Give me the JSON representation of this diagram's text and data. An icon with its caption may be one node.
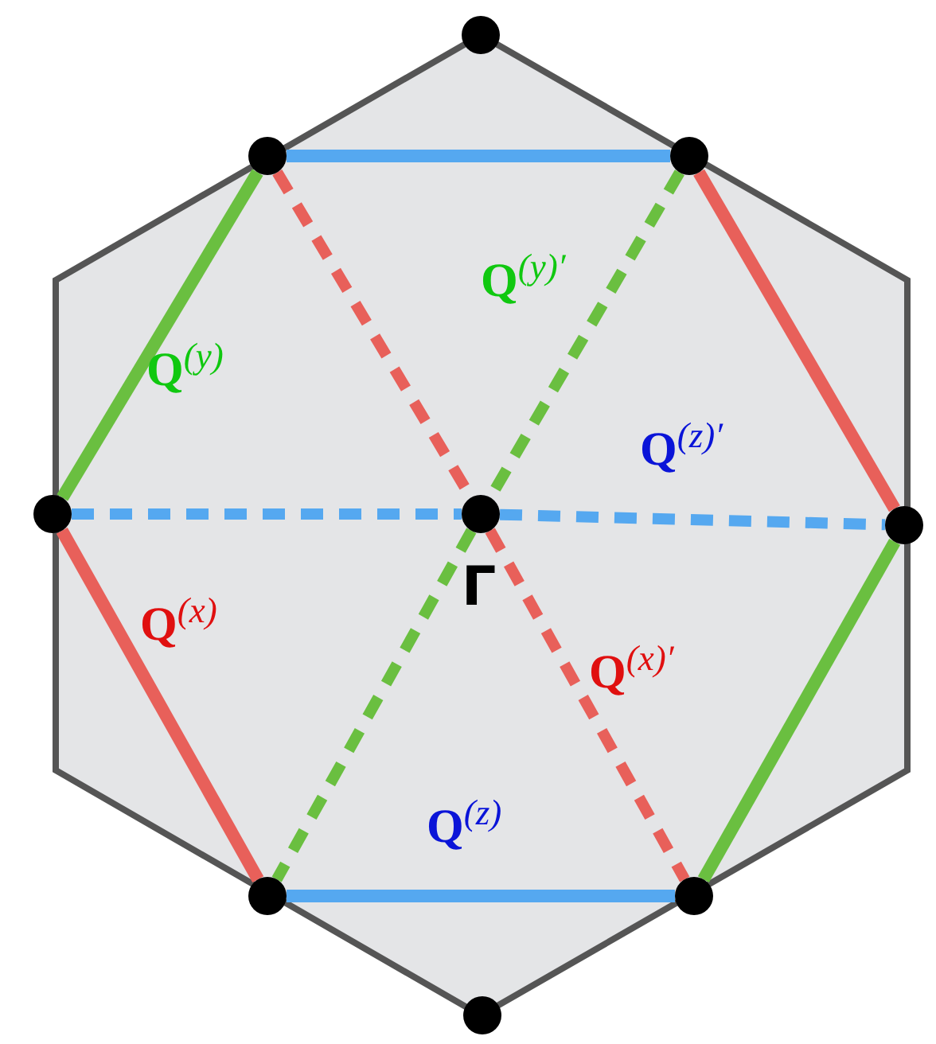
{
  "diagram": {
    "nodes": [
      {
        "text": [],
        "shape": "circle"
      },
      {
        "text": [],
        "shape": "circle"
      },
      {
        "text": [],
        "shape": "circle"
      },
      {
        "text": [],
        "shape": "circle"
      },
      {
        "text": [],
        "shape": "circle",
        "beside": [
          "Γ"
        ]
      },
      {
        "text": [],
        "shape": "circle"
      },
      {
        "text": [],
        "shape": "circle"
      },
      {
        "text": [],
        "shape": "circle"
      },
      {
        "text": [],
        "shape": "circle"
      }
    ],
    "edges": [
      {
        "from": 1,
        "to": 2,
        "arrow": "none",
        "color": "#55a8f0"
      },
      {
        "from": 1,
        "to": 3,
        "arrow": "none",
        "color": "#6abf40",
        "label": "**Q**$^{(y)}$"
      },
      {
        "from": 2,
        "to": 4,
        "arrow": "none",
        "style": "dashed",
        "color": "#6abf40",
        "label": "**Q**$^{(y)′}$"
      },
      {
        "from": 2,
        "to": 5,
        "arrow": "none",
        "color": "#e8605a"
      },
      {
        "from": 1,
        "to": 4,
        "arrow": "none",
        "style": "dashed",
        "color": "#e8605a"
      },
      {
        "from": 3,
        "to": 4,
        "arrow": "none",
        "style": "dashed",
        "color": "#55a8f0"
      },
      {
        "from": 4,
        "to": 5,
        "arrow": "none",
        "style": "dashed",
        "color": "#55a8f0",
        "label": "**Q**$^{(z)′}$"
      },
      {
        "from": 3,
        "to": 6,
        "arrow": "none",
        "color": "#e8605a",
        "label": "**Q**$^{(x)}$"
      },
      {
        "from": 4,
        "to": 6,
        "arrow": "none",
        "style": "dashed",
        "color": "#6abf40"
      },
      {
        "from": 4,
        "to": 7,
        "arrow": "none",
        "style": "dashed",
        "color": "#e8605a",
        "label": "**Q**$^{(x)′}$"
      },
      {
        "from": 5,
        "to": 7,
        "arrow": "none",
        "color": "#6abf40"
      },
      {
        "from": 6,
        "to": 7,
        "arrow": "none",
        "color": "#55a8f0",
        "label": "**Q**$^{(z)}$"
      }
    ]
  }
}
